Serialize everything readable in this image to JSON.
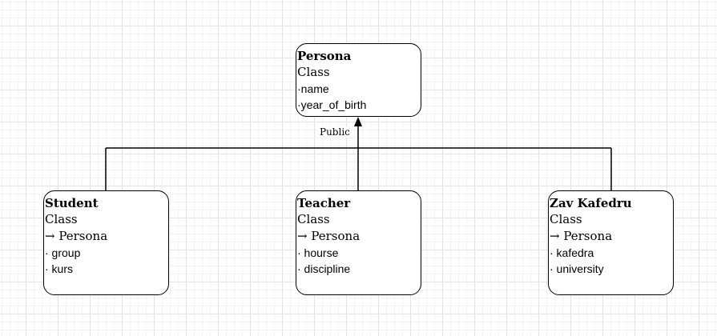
{
  "diagram": {
    "base_class": {
      "name": "Persona",
      "stereotype": "Class",
      "attributes": [
        "·name",
        "·year_of_birth"
      ]
    },
    "inheritance_label": "Public",
    "derived_classes": [
      {
        "name": "Student",
        "stereotype": "Class",
        "inherits": "→ Persona",
        "attributes": [
          "· group",
          "· kurs"
        ]
      },
      {
        "name": "Teacher",
        "stereotype": "Class",
        "inherits": "→ Persona",
        "attributes": [
          "· hourse",
          "· discipline"
        ]
      },
      {
        "name": "Zav Kafedru",
        "stereotype": "Class",
        "inherits": "→ Persona",
        "attributes": [
          "· kafedra",
          "· university"
        ]
      }
    ]
  }
}
